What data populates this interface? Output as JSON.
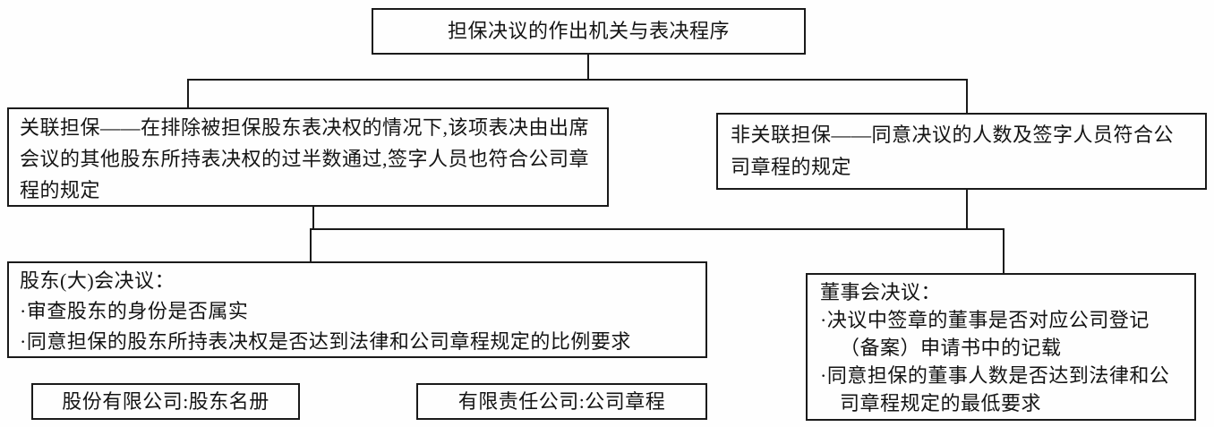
{
  "diagram": {
    "title": "担保决议的作出机关与表决程序",
    "related_guarantee": "关联担保——在排除被担保股东表决权的情况下,该项表决由出席会议的其他股东所持表决权的过半数通过,签字人员也符合公司章程的规定",
    "unrelated_guarantee": "非关联担保——同意决议的人数及签字人员符合公司章程的规定",
    "shareholders_meeting": {
      "title": "股东(大)会决议：",
      "items": [
        "·审查股东的身份是否属实",
        "·同意担保的股东所持表决权是否达到法律和公司章程规定的比例要求"
      ]
    },
    "board_meeting": {
      "title": "董事会决议：",
      "items": [
        "·决议中签章的董事是否对应公司登记（备案）申请书中的记载",
        "·同意担保的董事人数是否达到法律和公司章程规定的最低要求"
      ]
    },
    "joint_stock_note": "股份有限公司:股东名册",
    "llc_note": "有限责任公司:公司章程"
  },
  "colors": {
    "border": "#1a1a1a",
    "background": "#fefefe",
    "text": "#141414"
  }
}
